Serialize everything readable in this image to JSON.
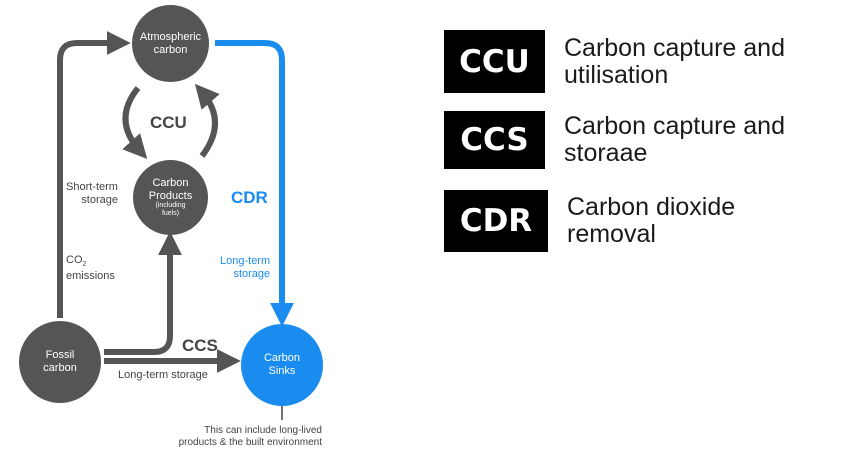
{
  "nodes": {
    "atmospheric": "Atmospheric\ncarbon",
    "carbon_products": "Carbon\nProducts",
    "carbon_products_sub": "(including\nfuels)",
    "fossil": "Fossil\ncarbon",
    "sinks": "Carbon\nSinks"
  },
  "labels": {
    "ccu": "CCU",
    "cdr": "CDR",
    "ccs": "CCS",
    "short_term": "Short-term\nstorage",
    "co2": "CO",
    "co2_sub": "2",
    "emissions": "emissions",
    "long_term_blue": "Long-term\nstorage",
    "long_term": "Long-term storage",
    "note": "This can include long-lived\nproducts & the built environment"
  },
  "legend": [
    {
      "abbr": "CCU",
      "text": "Carbon capture and\nutilisation"
    },
    {
      "abbr": "CCS",
      "text": "Carbon capture and\nstoraae"
    },
    {
      "abbr": "CDR",
      "text": "Carbon dioxide\nremoval"
    }
  ],
  "colors": {
    "gray": "#555555",
    "blue": "#1a8cf0",
    "badge": "#000000"
  }
}
